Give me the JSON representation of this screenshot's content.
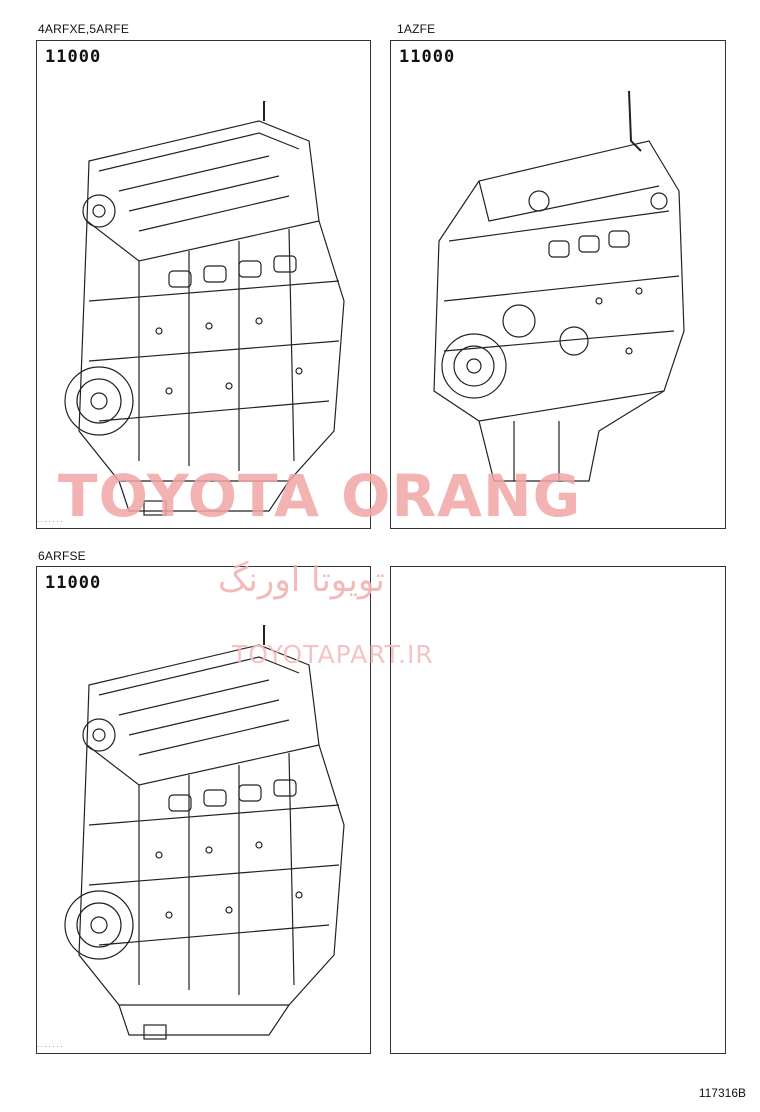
{
  "panels": [
    {
      "label": "4ARFXE,5ARFE",
      "part_number": "11000"
    },
    {
      "label": "1AZFE",
      "part_number": "11000"
    },
    {
      "label": "6ARFSE",
      "part_number": "11000"
    },
    {
      "label": "",
      "part_number": ""
    }
  ],
  "watermark": {
    "english": "TOYOTA ORANG",
    "persian": "تویوتا اورنگ",
    "url": "TOYOTAPART.IR"
  },
  "illustration_code": "117316B",
  "colors": {
    "watermark": "#f2a6a6",
    "line": "#222222"
  }
}
